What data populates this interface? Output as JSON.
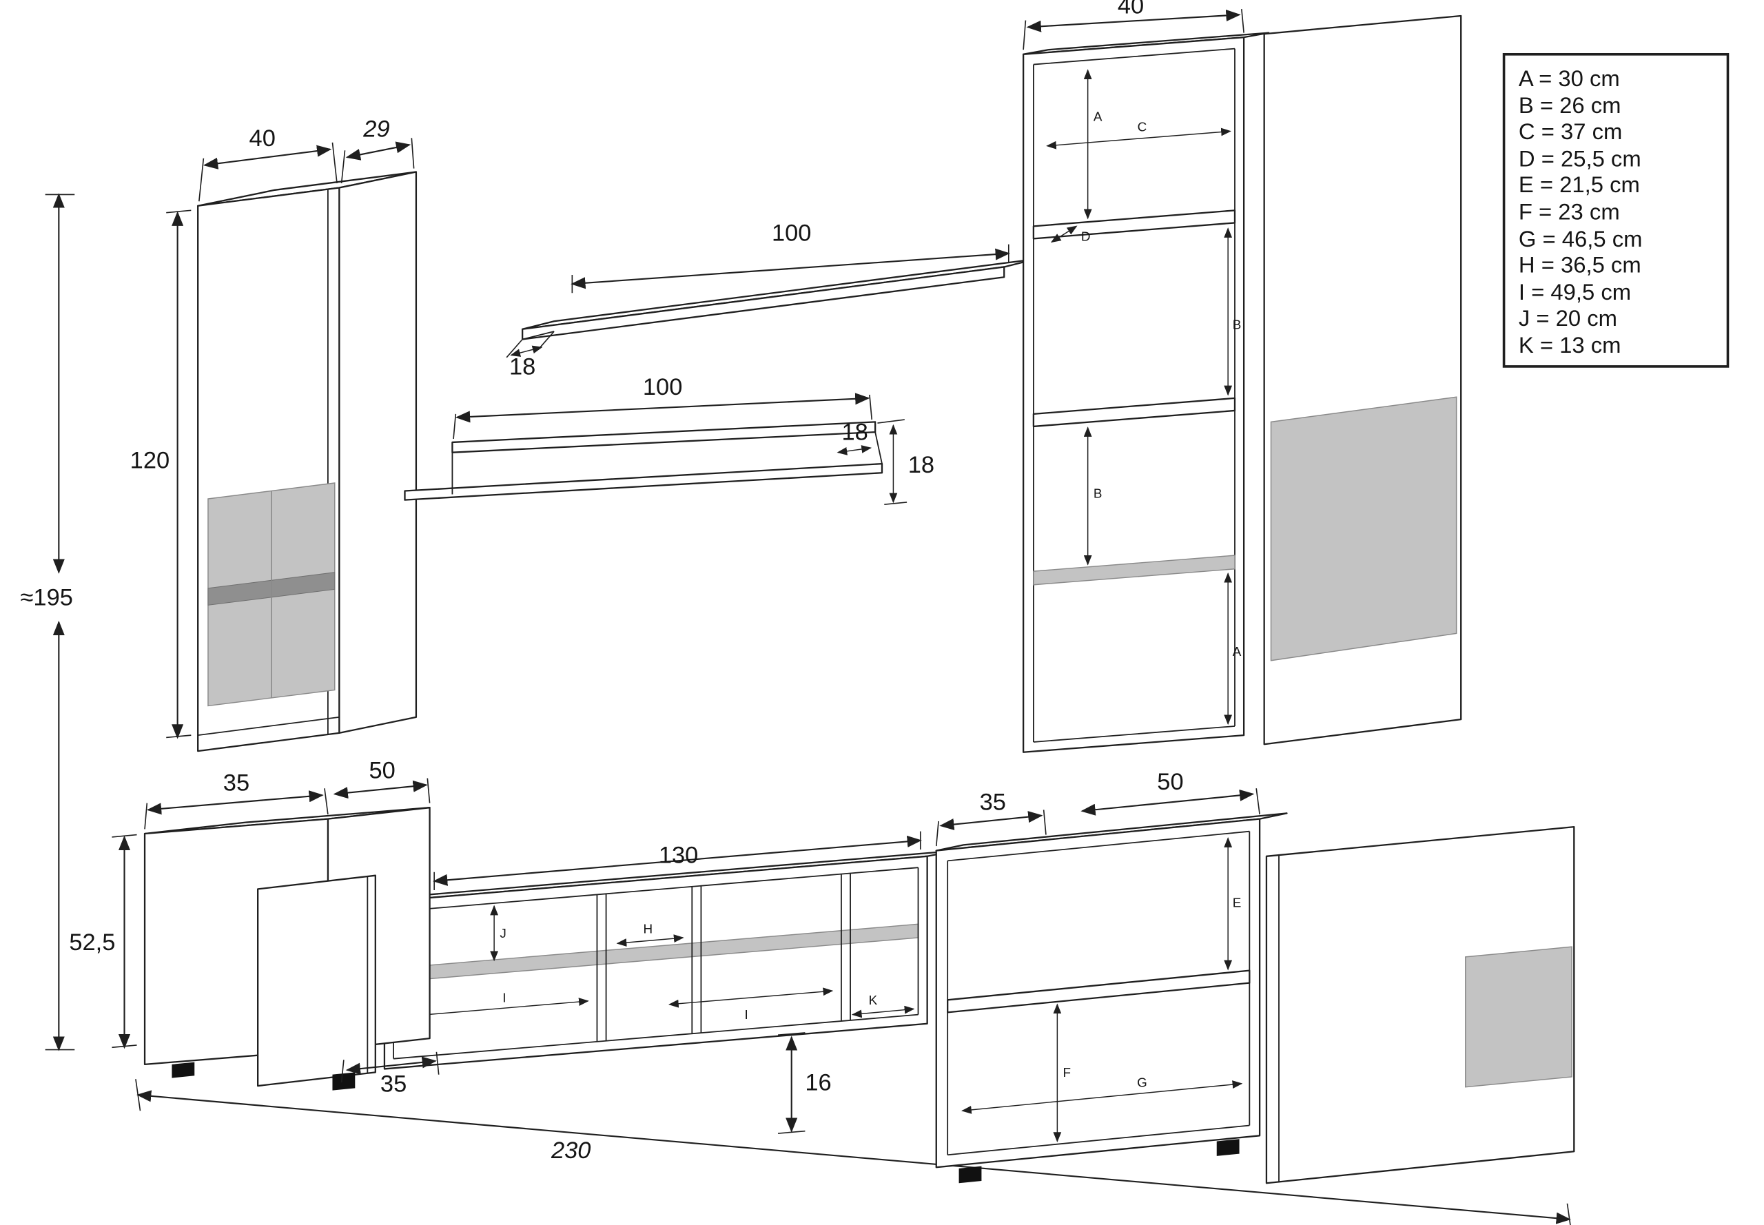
{
  "legend": {
    "items": [
      "A = 30 cm",
      "B = 26 cm",
      "C = 37 cm",
      "D = 25,5 cm",
      "E = 21,5 cm",
      "F = 23 cm",
      "G = 46,5 cm",
      "H = 36,5 cm",
      "I = 49,5 cm",
      "J = 20 cm",
      "K = 13 cm"
    ]
  },
  "dimensions": {
    "total_height": "≈195",
    "total_width": "230",
    "left_cabinet": {
      "width": "40",
      "depth": "29",
      "height": "120"
    },
    "shelf_upper": {
      "length": "100",
      "depth": "18"
    },
    "shelf_lower": {
      "length": "100",
      "end_depth": "18",
      "height": "18"
    },
    "bookcase": {
      "width": "40"
    },
    "base_left_cabinet": {
      "depth": "35",
      "width": "50",
      "height": "52,5",
      "door_width": "35"
    },
    "tv_stand": {
      "length": "130",
      "plinth_height": "16"
    },
    "base_right_cabinet": {
      "depth": "35",
      "width": "50"
    }
  },
  "letters": {
    "a_top": "A",
    "c": "C",
    "d": "D",
    "b_upper": "B",
    "b_lower": "B",
    "a_bottom": "A",
    "j": "J",
    "h": "H",
    "i_left": "I",
    "i_right": "I",
    "k": "K",
    "e": "E",
    "f": "F",
    "g": "G"
  },
  "colors": {
    "line": "#1f1f1f",
    "glass": "#c3c3c3",
    "shelf_band": "#8f8f8f"
  }
}
